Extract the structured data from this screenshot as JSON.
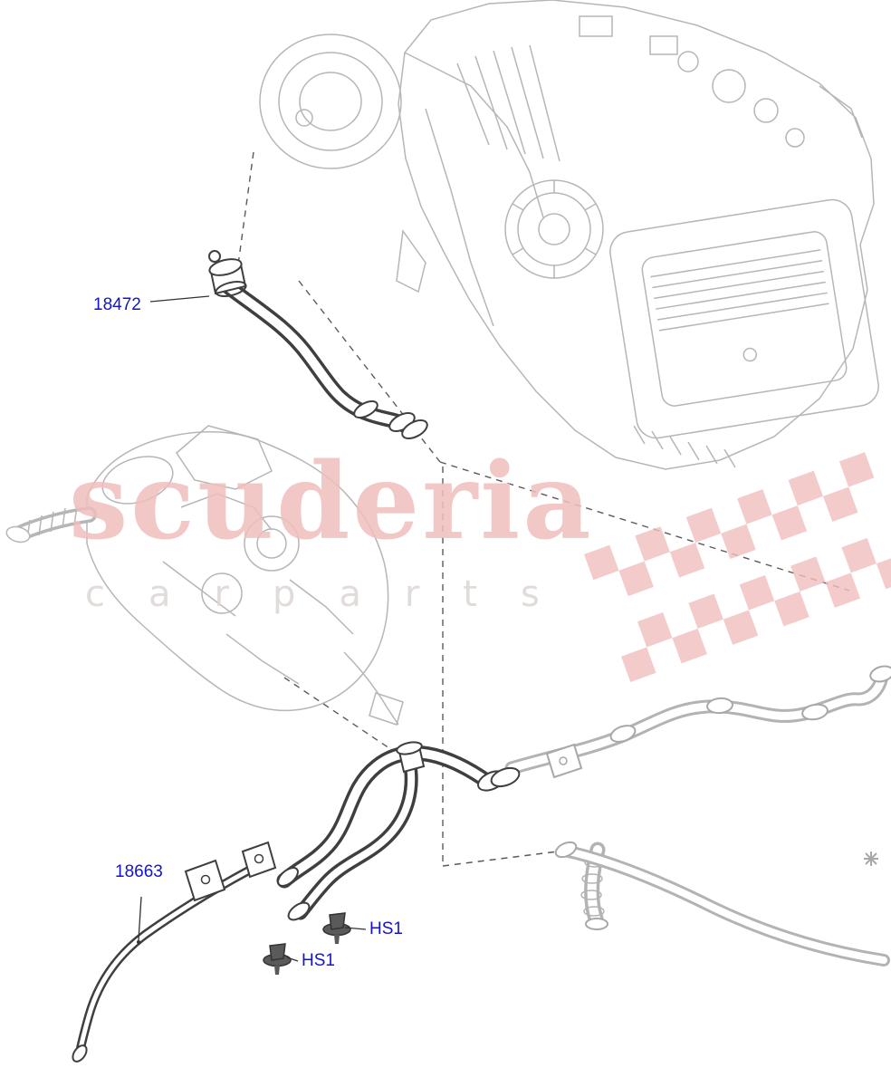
{
  "diagram_labels": {
    "part_18472": "18472",
    "part_18663": "18663",
    "fastener_a": "HS1",
    "fastener_b": "HS1"
  },
  "watermark": {
    "brand": "scuderia",
    "subtext": "carparts"
  },
  "colors": {
    "label_blue": "#1414cc",
    "watermark_pink": "#efbfbd",
    "watermark_gray": "#ded8d5",
    "line_light": "#b6b6b6",
    "line_dark": "#3f3f3f"
  }
}
